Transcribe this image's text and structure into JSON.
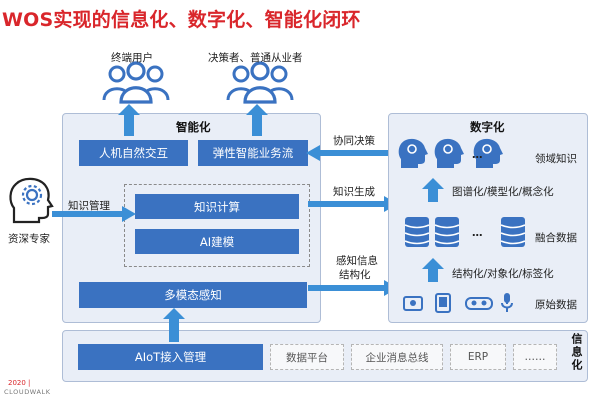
{
  "title": "WOS实现的信息化、数字化、智能化闭环",
  "top_labels": {
    "end_user": "终端用户",
    "decision_maker": "决策者、普通从业者"
  },
  "intelligence": {
    "header": "智能化",
    "hmi": "人机自然交互",
    "elastic": "弹性智能业务流",
    "knowledge_compute": "知识计算",
    "ai_modeling": "AI建模",
    "multimodal": "多模态感知"
  },
  "digitization": {
    "header": "数字化",
    "domain_knowledge": "领域知识",
    "graph_model": "图谱化/模型化/概念化",
    "fusion_data": "融合数据",
    "structuring": "结构化/对象化/标签化",
    "raw_data": "原始数据",
    "ellipsis": "…"
  },
  "arrows": {
    "collab_decision": "协同决策",
    "knowledge_gen": "知识生成",
    "sense_info": "感知信息",
    "structuring": "结构化",
    "knowledge_mgmt": "知识管理"
  },
  "expert": "资深专家",
  "informatization": {
    "vertical_label": "信息化",
    "aiot": "AIoT接入管理",
    "data_platform": "数据平台",
    "enterprise_bus": "企业消息总线",
    "erp": "ERP",
    "more": "……"
  },
  "logo": {
    "year": "2020 |",
    "name": "CLOUDWALK"
  },
  "colors": {
    "primary": "#3a72c1",
    "arrow": "#3b8fd6",
    "title": "#d9262b",
    "panel": "#e9eef7"
  }
}
